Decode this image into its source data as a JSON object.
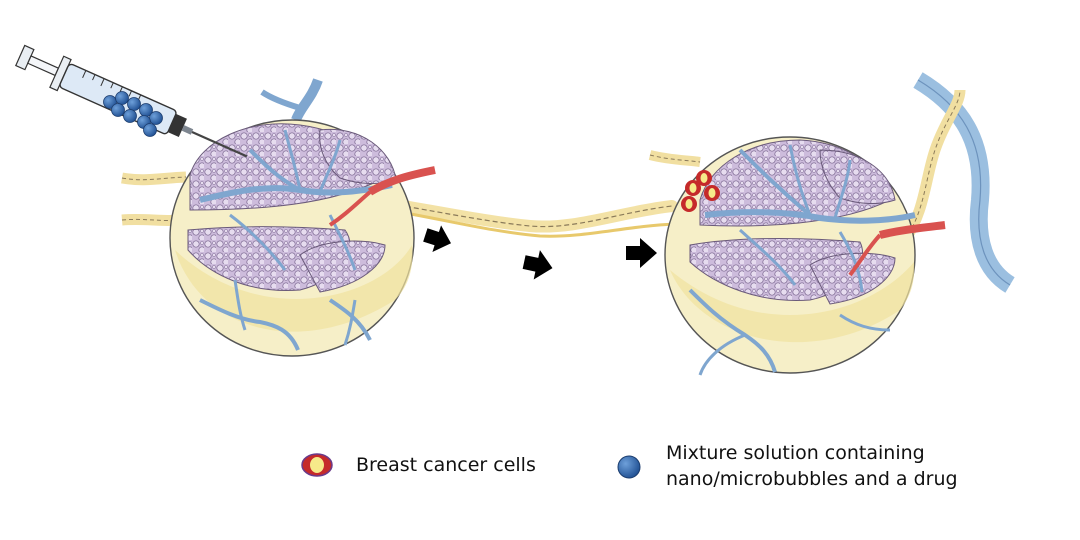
{
  "legend": {
    "cancer_label": "Breast cancer cells",
    "bubble_label": "Mixture solution containing\nnano/microbubbles and a drug"
  },
  "colors": {
    "vessel_blue": "#7fa6cf",
    "vessel_blue_dark": "#4f7fb4",
    "artery_red": "#d9524f",
    "lobule_purple": "#c7b6d6",
    "capsule_yellow": "#f4eab5",
    "bubble_blue": "#2f6cb3",
    "cancer_ring_red": "#c52a2a",
    "cancer_core_yellow": "#f6ea8a",
    "arrow_black": "#000000"
  },
  "icons": [
    "syringe-icon",
    "lymph-node-left",
    "lymph-node-right",
    "lymphatic-vessel",
    "flow-arrow-icon",
    "breast-cancer-cell-icon",
    "nanobubble-icon"
  ]
}
